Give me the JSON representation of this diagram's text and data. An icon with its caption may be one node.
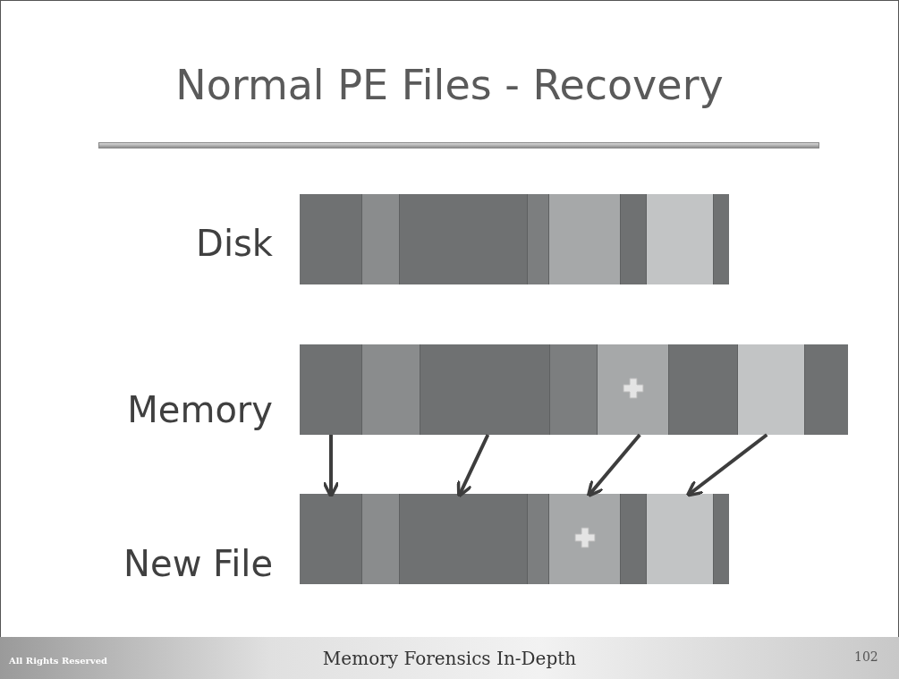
{
  "diagram": {
    "title": "Normal PE Files - Recovery",
    "nodes": [
      {
        "text": [],
        "shape": "box"
      },
      {
        "text": [],
        "shape": "box"
      },
      {
        "text": [],
        "shape": "box"
      },
      {
        "text": [],
        "shape": "box"
      },
      {
        "text": [],
        "shape": "box"
      },
      {
        "text": [],
        "shape": "box"
      },
      {
        "text": [],
        "shape": "box"
      },
      {
        "text": [],
        "shape": "box"
      },
      {
        "text": [],
        "shape": "box"
      },
      {
        "text": [],
        "shape": "box"
      },
      {
        "text": [],
        "shape": "box"
      },
      {
        "text": [],
        "shape": "box"
      },
      {
        "text": [],
        "shape": "box"
      },
      {
        "text": [],
        "shape": "box"
      },
      {
        "text": [],
        "shape": "box"
      },
      {
        "text": [],
        "shape": "box"
      },
      {
        "text": [],
        "shape": "box"
      },
      {
        "text": [],
        "shape": "box"
      },
      {
        "text": [],
        "shape": "box"
      },
      {
        "text": [],
        "shape": "box"
      },
      {
        "text": [],
        "shape": "box"
      },
      {
        "text": [],
        "shape": "box"
      },
      {
        "text": [],
        "shape": "box"
      },
      {
        "text": [],
        "shape": "box"
      }
    ],
    "edges": [
      {
        "from": 8,
        "to": 16,
        "arrow": "to"
      },
      {
        "from": 10,
        "to": 18,
        "arrow": "to"
      },
      {
        "from": 12,
        "to": 20,
        "arrow": "to"
      },
      {
        "from": 14,
        "to": 22,
        "arrow": "to"
      }
    ],
    "labels": [
      "Disk",
      "Memory",
      "New File",
      "All Rights Reserved",
      "Memory Forensics In-Depth",
      "102"
    ]
  }
}
